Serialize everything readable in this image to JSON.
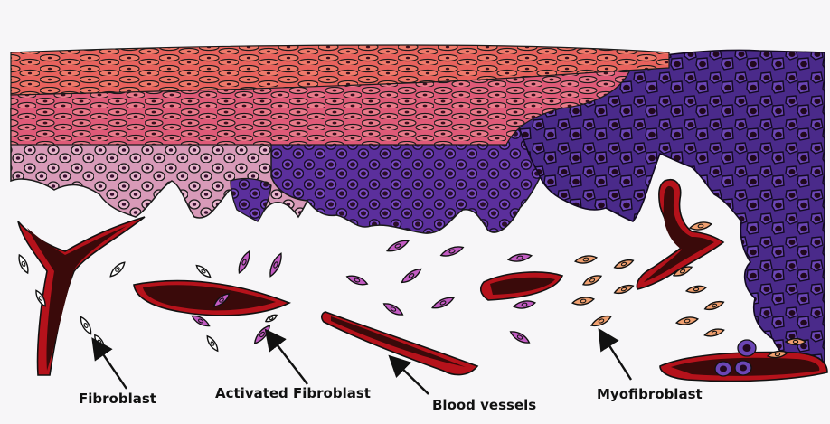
{
  "labels": {
    "fibroblast": "Fibroblast",
    "activated_fibroblast": "Activated Fibroblast",
    "blood_vessels": "Blood vessels",
    "myofibroblast": "Myofibroblast"
  },
  "colors": {
    "background": "#f7f6f8",
    "epithelium_surface": "#e8625d",
    "epithelium_mid": "#d94f80",
    "basal_pink": "#d89ab8",
    "tumor_purple": "#6a3fb0",
    "tumor_nucleus": "#2b0f2a",
    "vessel_outer": "#b5121b",
    "vessel_lumen": "#3a0a0a",
    "fibroblast": "#ffffff",
    "activated_fibroblast": "#c25bc2",
    "myofibroblast": "#f0a070",
    "outline": "#111111"
  }
}
